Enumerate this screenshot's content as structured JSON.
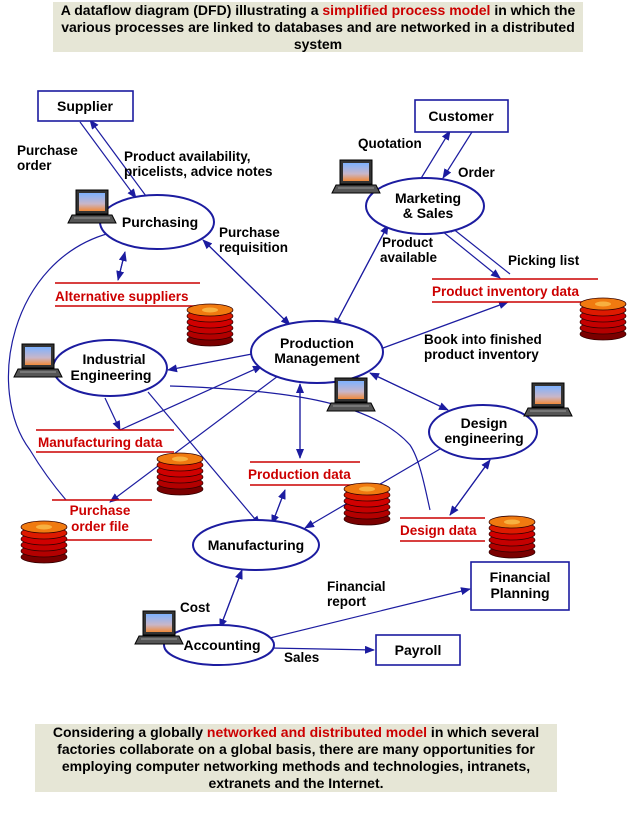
{
  "top_caption": {
    "pre": "A dataflow diagram (DFD) illustrating a ",
    "highlight": "simplified process  model",
    "post": "  in which the various processes are linked to databases and are networked in a distributed system"
  },
  "bottom_caption": {
    "pre": "Considering a globally ",
    "highlight": " networked and distributed model",
    "post": "  in which several factories collaborate on a global basis, there are many opportunities for employing computer networking methods and technologies, intranets, extranets and the Internet."
  },
  "entities": {
    "supplier": "Supplier",
    "customer": "Customer",
    "financial_planning": [
      "Financial",
      "Planning"
    ],
    "payroll": "Payroll"
  },
  "processes": {
    "purchasing": "Purchasing",
    "marketing": [
      "Marketing",
      "& Sales"
    ],
    "production": [
      "Production",
      "Management"
    ],
    "industrial": [
      "Industrial",
      "Engineering"
    ],
    "design": [
      "Design",
      "engineering"
    ],
    "manufacturing": "Manufacturing",
    "accounting": "Accounting"
  },
  "stores": {
    "alternative_suppliers": "Alternative suppliers",
    "product_inventory": "Product inventory data",
    "manufacturing_data": "Manufacturing data",
    "production_data": "Production data",
    "purchase_order_file": [
      "Purchase",
      "order file"
    ],
    "design_data": "Design data"
  },
  "flows": {
    "purchase_order": [
      "Purchase",
      "order"
    ],
    "product_availability": [
      "Product availability,",
      "pricelists, advice notes"
    ],
    "purchase_requisition": [
      "Purchase",
      "requisition"
    ],
    "quotation": "Quotation",
    "order": "Order",
    "product_available": [
      "Product",
      "available"
    ],
    "picking_list": "Picking list",
    "book_into": [
      "Book into finished",
      "product inventory"
    ],
    "cost": "Cost",
    "financial_report": [
      "Financial",
      "report"
    ],
    "sales": "Sales"
  },
  "colors": {
    "ellipse_stroke": "#1c1ca0",
    "store_red": "#cc0000",
    "caption_bg": "#e6e6d6"
  }
}
